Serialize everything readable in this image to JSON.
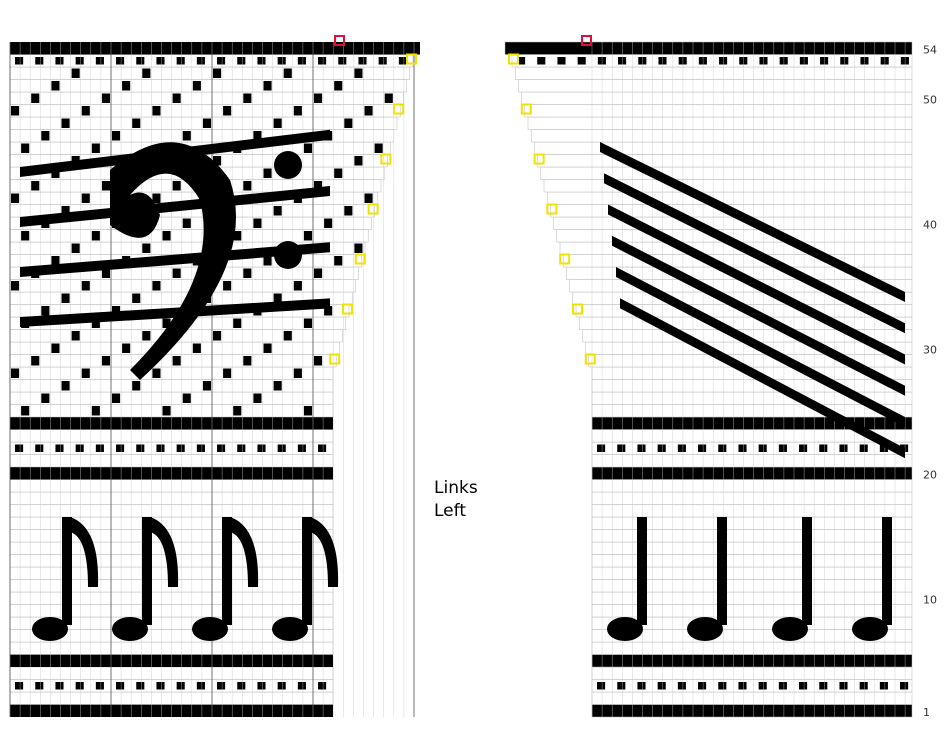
{
  "chart_data": {
    "type": "knitting-chart",
    "panels": [
      "left",
      "right"
    ],
    "rows": 54,
    "row_labels": [
      "1",
      "10",
      "20",
      "30",
      "40",
      "50",
      "54"
    ],
    "motifs": {
      "right": [
        "band",
        "dots",
        "notes",
        "dots",
        "band",
        "waves",
        "dots"
      ],
      "left": [
        "band",
        "dots",
        "notes",
        "dots",
        "band",
        "bass-clef",
        "waves",
        "dots"
      ]
    },
    "shaping_marker_color": "#f2e200",
    "start_marker_color": "#e0103a"
  },
  "label": {
    "line1": "Links",
    "line2": "Left"
  }
}
